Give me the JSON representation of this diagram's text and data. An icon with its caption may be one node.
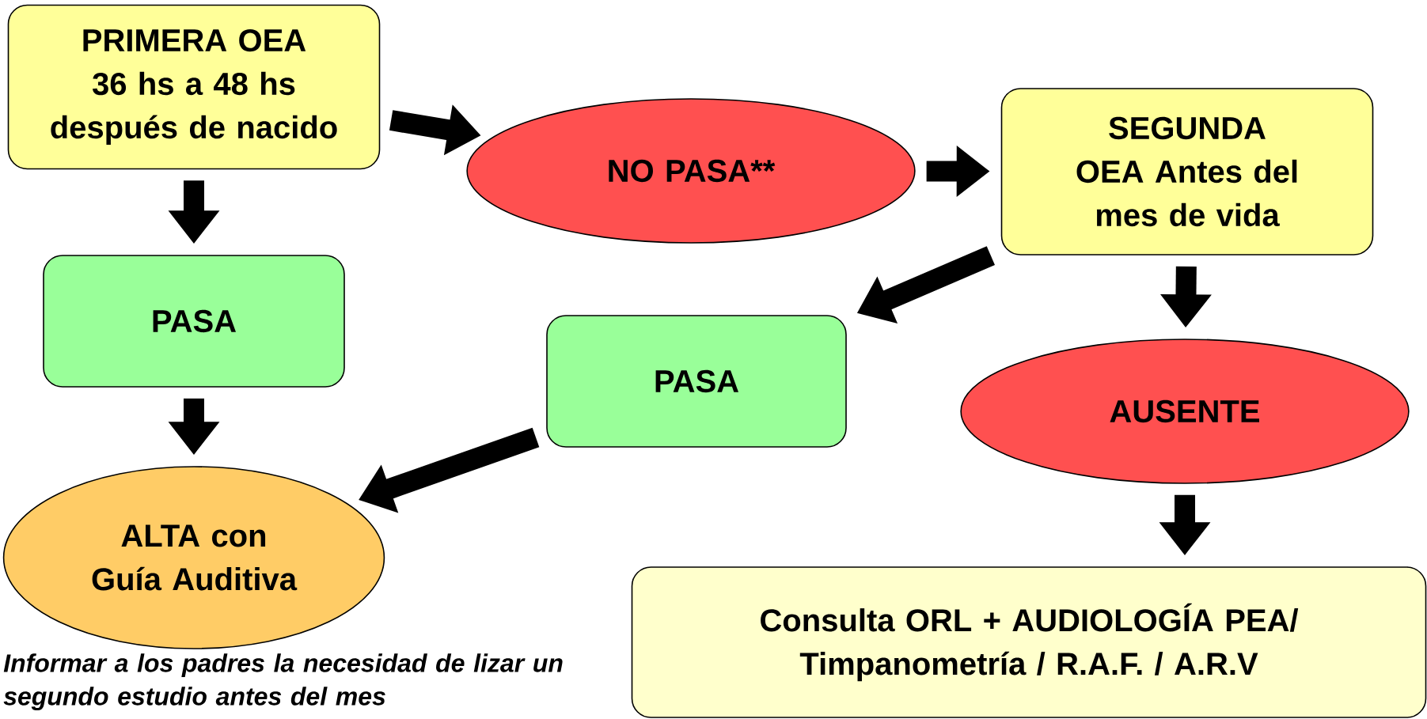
{
  "diagram": {
    "nodes": [
      {
        "text": [
          "PRIMERA OEA 36 hs a 48 hs después de nacido"
        ]
      },
      {
        "text": [
          "NO PASA**"
        ]
      },
      {
        "text": [
          "SEGUNDA OEA Antes del mes de vida"
        ]
      },
      {
        "text": [
          "PASA"
        ]
      },
      {
        "text": [
          "PASA"
        ]
      },
      {
        "text": [
          "AUSENTE"
        ]
      },
      {
        "text": [
          "ALTA con Guía Auditiva"
        ]
      },
      {
        "text": [
          "Consulta ORL + AUDIOLOGÍA PEA/ Timpanometría / R.A.F. / A.R.V"
        ]
      }
    ],
    "edges": [
      {
        "from": 0,
        "to": 1,
        "arrow": "to"
      },
      {
        "from": 1,
        "to": 2,
        "arrow": "to"
      },
      {
        "from": 0,
        "to": 3,
        "arrow": "to"
      },
      {
        "from": 3,
        "to": 6,
        "arrow": "to"
      },
      {
        "from": 2,
        "to": 4,
        "arrow": "to"
      },
      {
        "from": 4,
        "to": 6,
        "arrow": "to"
      },
      {
        "from": 2,
        "to": 5,
        "arrow": "to"
      },
      {
        "from": 5,
        "to": 7,
        "arrow": "to"
      }
    ],
    "labels": [
      "Informar a los padres la necesidad de lizar un segundo estudio antes del mes"
    ]
  }
}
